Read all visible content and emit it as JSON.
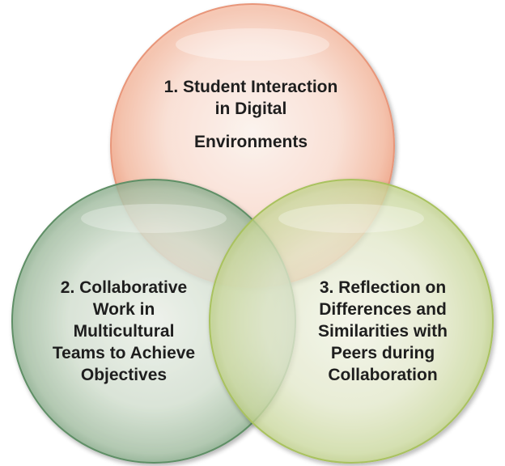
{
  "diagram": {
    "type": "venn",
    "colors": {
      "circle_1": "#f4a98e",
      "circle_2": "#6f9c76",
      "circle_3": "#b9cf7c"
    },
    "circles": [
      {
        "id": "1",
        "lines": [
          "1. Student Interaction",
          "in Digital",
          "Environments"
        ]
      },
      {
        "id": "2",
        "lines": [
          "2. Collaborative",
          "Work in",
          "Multicultural",
          "Teams to Achieve",
          "Objectives"
        ]
      },
      {
        "id": "3",
        "lines": [
          "3. Reflection on",
          "Differences and",
          "Similarities with",
          "Peers during",
          "Collaboration"
        ]
      }
    ]
  }
}
